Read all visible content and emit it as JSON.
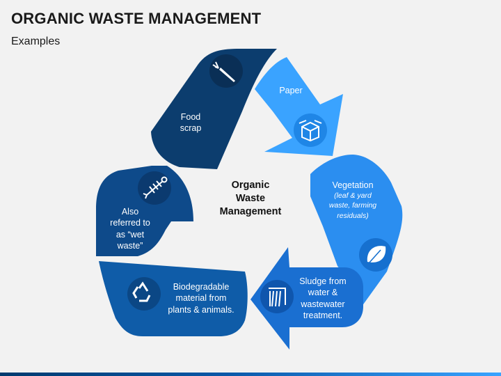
{
  "title": "ORGANIC WASTE MANAGEMENT",
  "subtitle": "Examples",
  "center": {
    "line1": "Organic",
    "line2": "Waste",
    "line3": "Management"
  },
  "segments": {
    "food": {
      "line1": "Food",
      "line2": "scrap",
      "icon": "carrot-icon",
      "color": "#0c3d6e"
    },
    "paper": {
      "line1": "Paper",
      "icon": "box-icon",
      "color": "#3aa3ff"
    },
    "vegetation": {
      "main": "Vegetation",
      "sub1": "(leaf & yard",
      "sub2": "waste, farming",
      "sub3": "residuals)",
      "icon": "leaf-icon",
      "color": "#2b8ef0"
    },
    "sludge": {
      "line1": "Sludge from",
      "line2": "water &",
      "line3": "wastewater",
      "line4": "treatment.",
      "icon": "water-treatment-icon",
      "color": "#1a6fd1"
    },
    "biodegradable": {
      "line1": "Biodegradable",
      "line2": "material from",
      "line3": "plants & animals.",
      "icon": "recycle-icon",
      "color": "#0f5ca8"
    },
    "wet_waste": {
      "line1": "Also",
      "line2": "referred to",
      "line3": "as “wet",
      "line4": "waste”",
      "icon": "fish-bone-icon",
      "color": "#0e4a8a"
    }
  }
}
